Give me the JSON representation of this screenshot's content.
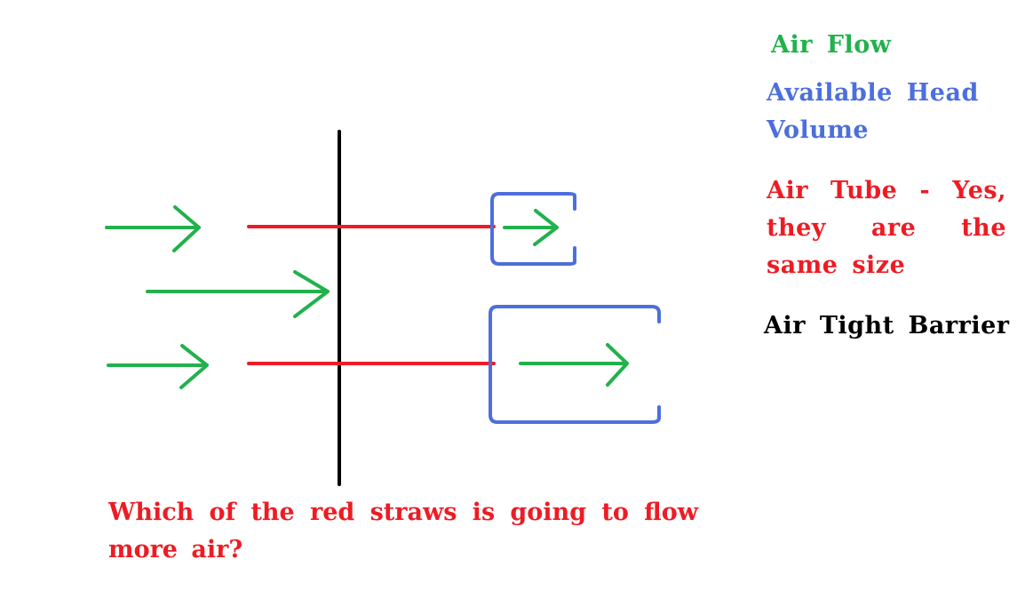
{
  "legend": {
    "air_flow": "Air Flow",
    "head_volume": "Available Head Volume",
    "air_tube": "Air Tube - Yes, they are the same size",
    "barrier": "Air Tight Barrier"
  },
  "question": "Which of the red straws is going to flow more air?",
  "colors": {
    "air_flow": "#22b14c",
    "head_volume": "#4d6fdc",
    "air_tube": "#ed1c24",
    "barrier": "#000000"
  }
}
